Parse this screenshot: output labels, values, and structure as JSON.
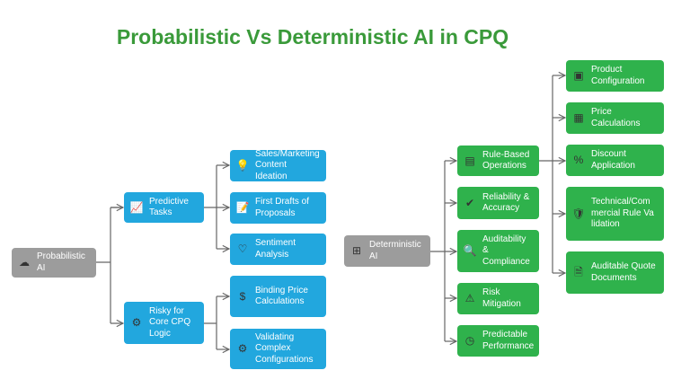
{
  "title": "Probabilistic Vs Deterministic AI in CPQ",
  "colors": {
    "title": "#3a9a3a",
    "root": "#9c9c9c",
    "probabilistic": "#22a7de",
    "deterministic": "#2fb24c"
  },
  "probabilistic": {
    "root": {
      "label": "Probabilistic AI",
      "icon": "cloud-question-icon"
    },
    "branches": [
      {
        "label": "Predictive Tasks",
        "icon": "chart-icon",
        "children": [
          {
            "label": "Sales/Marketing Content Ideation",
            "icon": "idea-person-icon"
          },
          {
            "label": "First Drafts of Proposals",
            "icon": "document-edit-icon"
          },
          {
            "label": "Sentiment Analysis",
            "icon": "heart-icon"
          }
        ]
      },
      {
        "label": "Risky for Core CPQ Logic",
        "icon": "gear-warning-icon",
        "children": [
          {
            "label": "Binding Price Calculations",
            "icon": "dollar-calculator-icon"
          },
          {
            "label": "Validating Complex Configurations",
            "icon": "gear-check-icon"
          }
        ]
      }
    ]
  },
  "deterministic": {
    "root": {
      "label": "Deterministic AI",
      "icon": "flowchart-icon"
    },
    "branches": [
      {
        "label": "Rule-Based Operations",
        "icon": "rules-icon"
      },
      {
        "label": "Reliability & Accuracy",
        "icon": "check-badge-icon"
      },
      {
        "label": "Auditability & Compliance",
        "icon": "audit-icon"
      },
      {
        "label": "Risk Mitigation",
        "icon": "warning-icon"
      },
      {
        "label": "Predictable Performance",
        "icon": "clock-icon"
      }
    ],
    "rule_children": [
      {
        "label": "Product Configuration",
        "icon": "product-icon"
      },
      {
        "label": "Price Calculations",
        "icon": "calculator-icon"
      },
      {
        "label": "Discount Application",
        "icon": "percent-icon"
      },
      {
        "label": "Technical/Commercial Rule Validation",
        "icon": "shield-check-icon"
      },
      {
        "label": "Auditable Quote Documents",
        "icon": "document-search-icon"
      }
    ]
  }
}
